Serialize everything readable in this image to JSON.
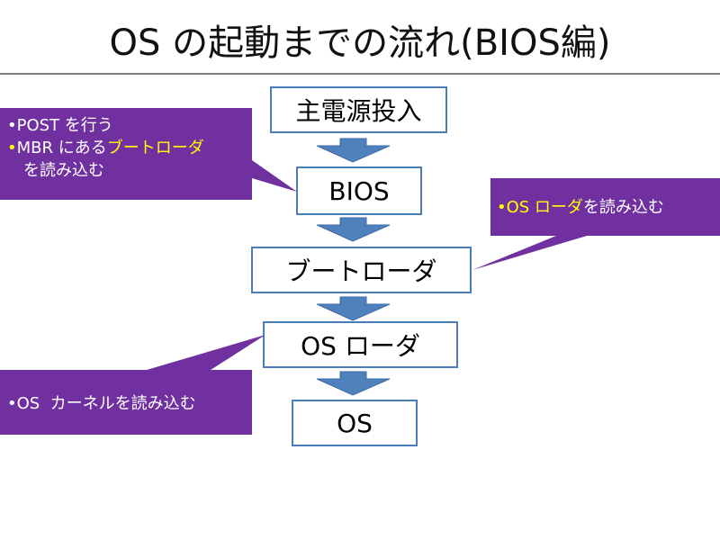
{
  "title": "OS の起動までの流れ(BIOS編)",
  "colors": {
    "box_border": "#4a7ebb",
    "arrow": "#4f81bd",
    "callout_fill": "#7030a0",
    "highlight": "#ffff00",
    "rule": "#808080"
  },
  "flow": {
    "steps": [
      "主電源投入",
      "BIOS",
      "ブートローダ",
      "OS ローダ",
      "OS"
    ]
  },
  "callouts": {
    "bios": {
      "line1": "•POST を行う",
      "line2_bullet": "•",
      "line2_plain": "MBR にある",
      "line2_highlight": "ブートローダ",
      "line3": "を読み込む"
    },
    "bootloader": {
      "highlight": "•OS ローダ",
      "plain": "を読み込む"
    },
    "osloader": {
      "text": "•OS  カーネルを読み込む"
    }
  }
}
